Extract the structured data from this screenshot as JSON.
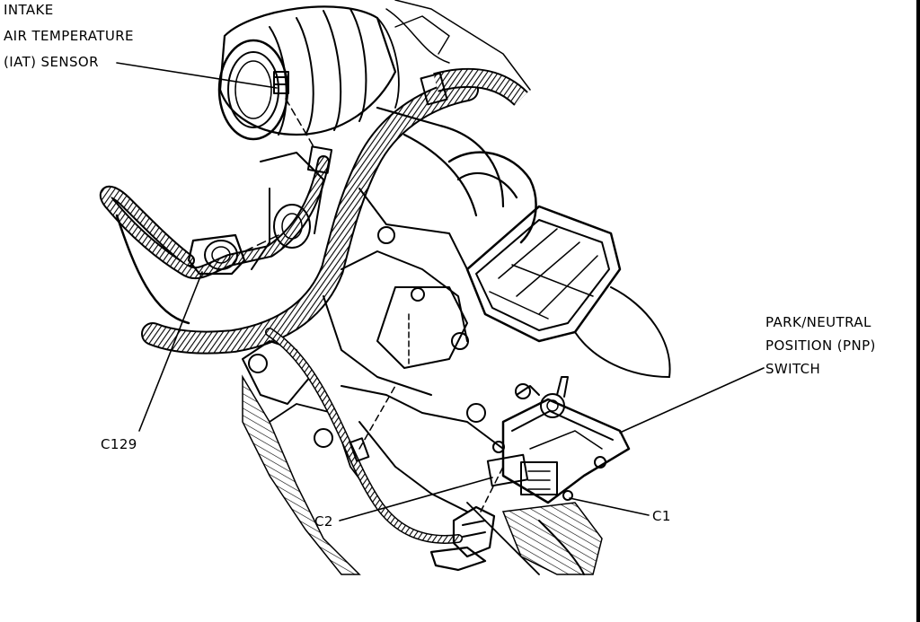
{
  "diagram": {
    "labels": {
      "iat_line1": "INTAKE",
      "iat_line2": "AIR TEMPERATURE",
      "iat_line3": "(IAT) SENSOR",
      "pnp_line1": "PARK/NEUTRAL",
      "pnp_line2": "POSITION (PNP)",
      "pnp_line3": "SWITCH",
      "c129": "C129",
      "c2": "C2",
      "c1": "C1"
    }
  }
}
